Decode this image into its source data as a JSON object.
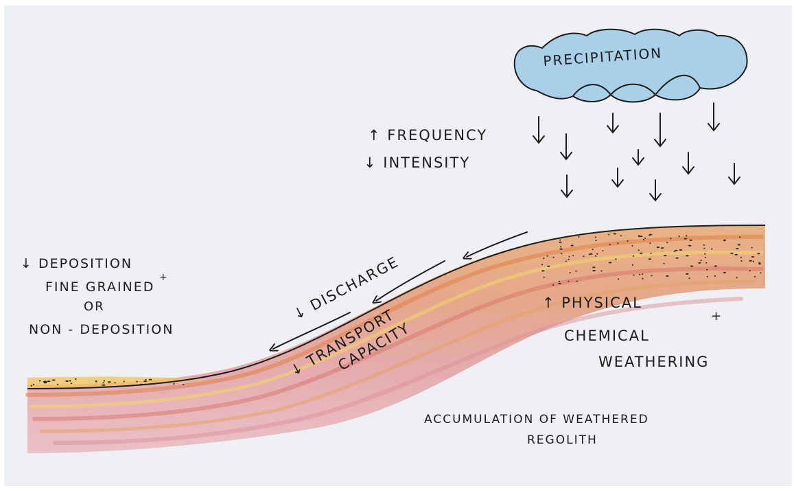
{
  "labels": {
    "precipitation": "PRECIPITATION",
    "frequency": "↑ FREQUENCY",
    "intensity": "↓ INTENSITY",
    "deposition": "↓ DEPOSITION",
    "fine_grained": "FINE GRAINED",
    "plus": "+",
    "or": "OR",
    "non_deposition": "NON - DEPOSITION",
    "discharge": "↓ DISCHARGE",
    "transport": "↓ TRANSPORT",
    "capacity": "CAPACITY",
    "physical": "↑ PHYSICAL",
    "chemical": "CHEMICAL",
    "weathering": "WEATHERING",
    "accumulation": "ACCUMULATION OF WEATHERED",
    "regolith": "REGOLITH"
  },
  "colors": {
    "cloud": "#a9cfe9",
    "ink": "#1d1d1d",
    "sediment_orange": "#e2a26c",
    "sediment_red": "#d98a86",
    "sediment_yellow": "#f1d36c",
    "paper": "#eef0f3"
  }
}
